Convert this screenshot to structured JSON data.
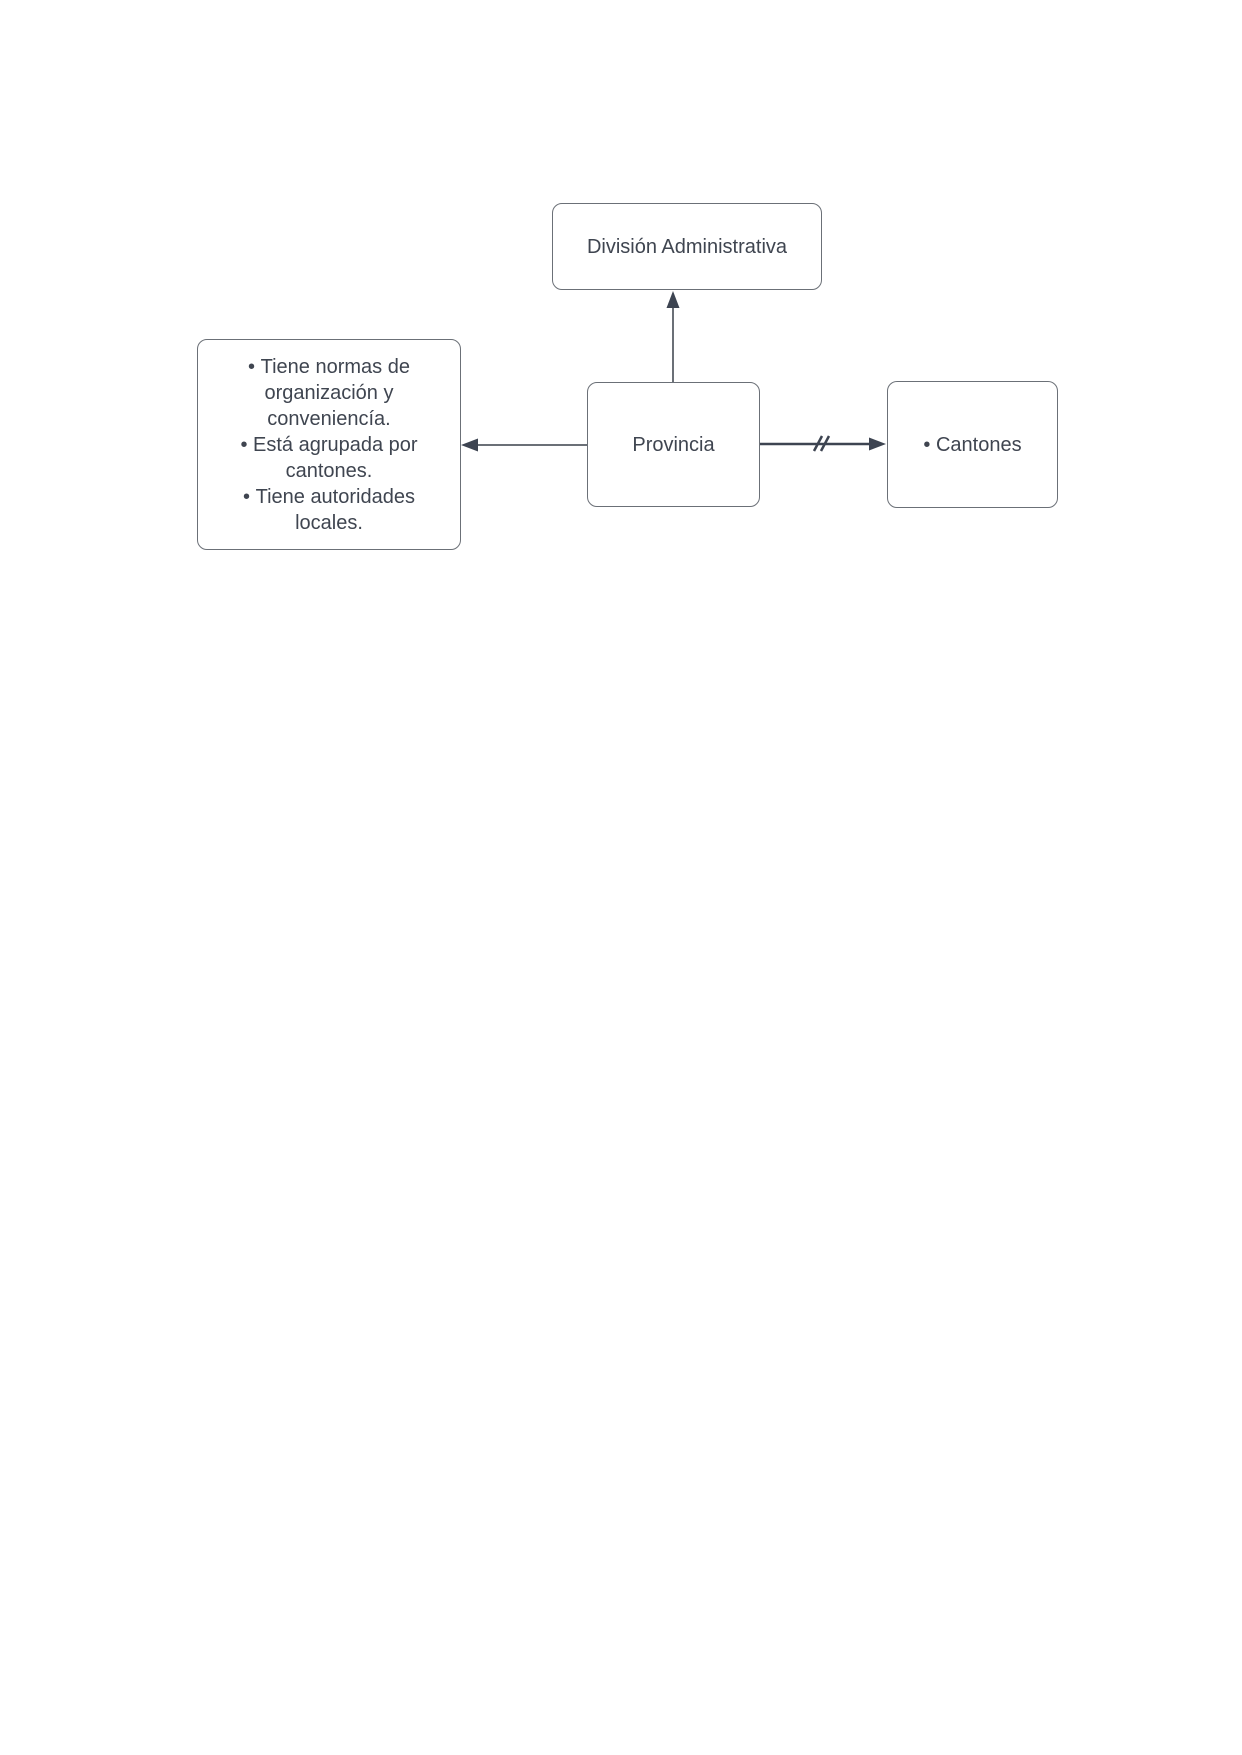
{
  "diagram": {
    "nodes": {
      "division": {
        "label": "División Administrativa"
      },
      "provincia": {
        "label": "Provincia"
      },
      "cantones": {
        "items": [
          "Cantones"
        ]
      },
      "notes": {
        "items": [
          "Tiene normas de organización y conveniencía.",
          "Está agrupada por cantones.",
          "Tiene autoridades locales."
        ]
      }
    },
    "connectors": [
      {
        "from": "provincia",
        "to": "division",
        "style": "arrow-up"
      },
      {
        "from": "provincia",
        "to": "notes",
        "style": "arrow-left"
      },
      {
        "from": "provincia",
        "to": "cantones",
        "style": "arrow-right-with-break"
      }
    ],
    "colors": {
      "background": "#ffffff",
      "box_border": "#6b7077",
      "text": "#3f4550",
      "connector_line": "#6b7077",
      "connector_dark": "#3d4451"
    }
  }
}
